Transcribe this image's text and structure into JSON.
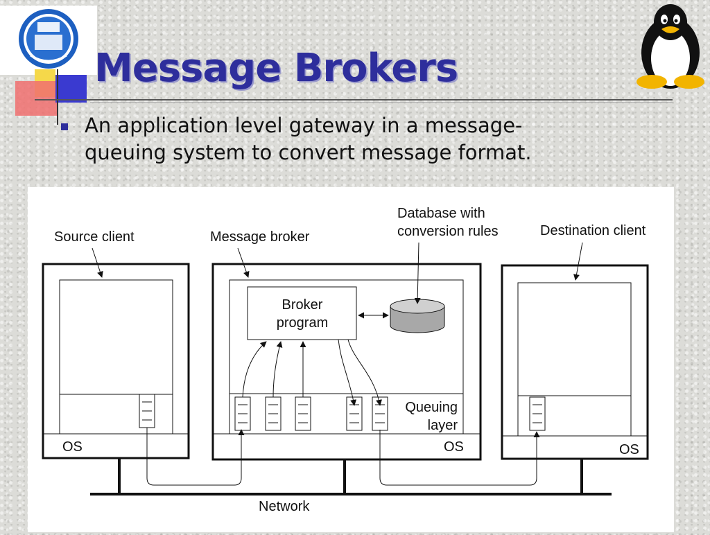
{
  "slide": {
    "title": "Message Brokers",
    "bullet_line1": "An application level gateway in a message-",
    "bullet_line2": "queuing system to convert message format.",
    "logo_icon": "university-seal-icon",
    "mascot_icon": "tux-penguin-icon",
    "accent_color": "#2e2e9c"
  },
  "diagram": {
    "labels": {
      "source_client": "Source client",
      "message_broker": "Message broker",
      "database_line1": "Database with",
      "database_line2": "conversion rules",
      "destination_client": "Destination client",
      "broker_line1": "Broker",
      "broker_line2": "program",
      "queuing_line1": "Queuing",
      "queuing_line2": "layer",
      "os_source": "OS",
      "os_broker": "OS",
      "os_destination": "OS",
      "network": "Network"
    }
  }
}
